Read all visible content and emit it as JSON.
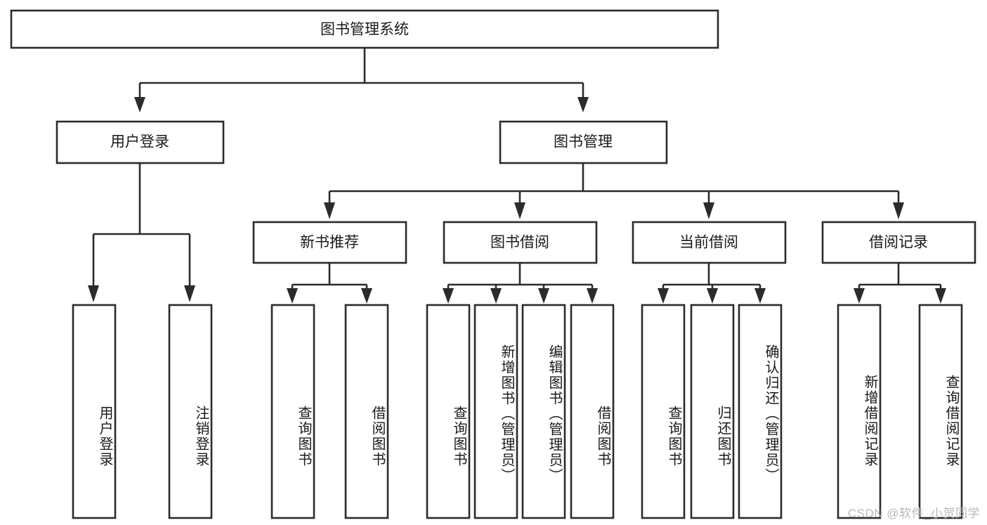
{
  "diagram": {
    "title_node": {
      "label": "图书管理系统"
    },
    "level2": [
      {
        "id": "user-login",
        "label": "用户登录"
      },
      {
        "id": "book-management",
        "label": "图书管理"
      }
    ],
    "level3": [
      {
        "id": "new-book-recommend",
        "label": "新书推荐"
      },
      {
        "id": "book-borrow",
        "label": "图书借阅"
      },
      {
        "id": "current-borrow",
        "label": "当前借阅"
      },
      {
        "id": "borrow-record",
        "label": "借阅记录"
      }
    ],
    "leaves": [
      {
        "id": "leaf-user-login",
        "label": "用户登录",
        "parent": "user-login"
      },
      {
        "id": "leaf-logout-login",
        "label": "注销登录",
        "parent": "user-login"
      },
      {
        "id": "leaf-query-book-1",
        "label": "查询图书",
        "parent": "new-book-recommend"
      },
      {
        "id": "leaf-borrow-book-1",
        "label": "借阅图书",
        "parent": "new-book-recommend"
      },
      {
        "id": "leaf-query-book-2",
        "label": "查询图书",
        "parent": "book-borrow"
      },
      {
        "id": "leaf-add-book",
        "label": "新增图书（管理员）",
        "parent": "book-borrow"
      },
      {
        "id": "leaf-edit-book",
        "label": "编辑图书（管理员）",
        "parent": "book-borrow"
      },
      {
        "id": "leaf-borrow-book-2",
        "label": "借阅图书",
        "parent": "book-borrow"
      },
      {
        "id": "leaf-query-book-3",
        "label": "查询图书",
        "parent": "current-borrow"
      },
      {
        "id": "leaf-return-book",
        "label": "归还图书",
        "parent": "current-borrow"
      },
      {
        "id": "leaf-confirm-return",
        "label": "确认归还（管理员）",
        "parent": "current-borrow"
      },
      {
        "id": "leaf-add-record",
        "label": "新增借阅记录",
        "parent": "borrow-record"
      },
      {
        "id": "leaf-query-record",
        "label": "查询借阅记录",
        "parent": "borrow-record"
      }
    ],
    "watermark": "CSDN @软件_小贺同学",
    "colors": {
      "stroke": "#2b2b2b",
      "fill": "#ffffff",
      "text": "#1a1a1a",
      "watermark": "#b8b8b8"
    }
  }
}
